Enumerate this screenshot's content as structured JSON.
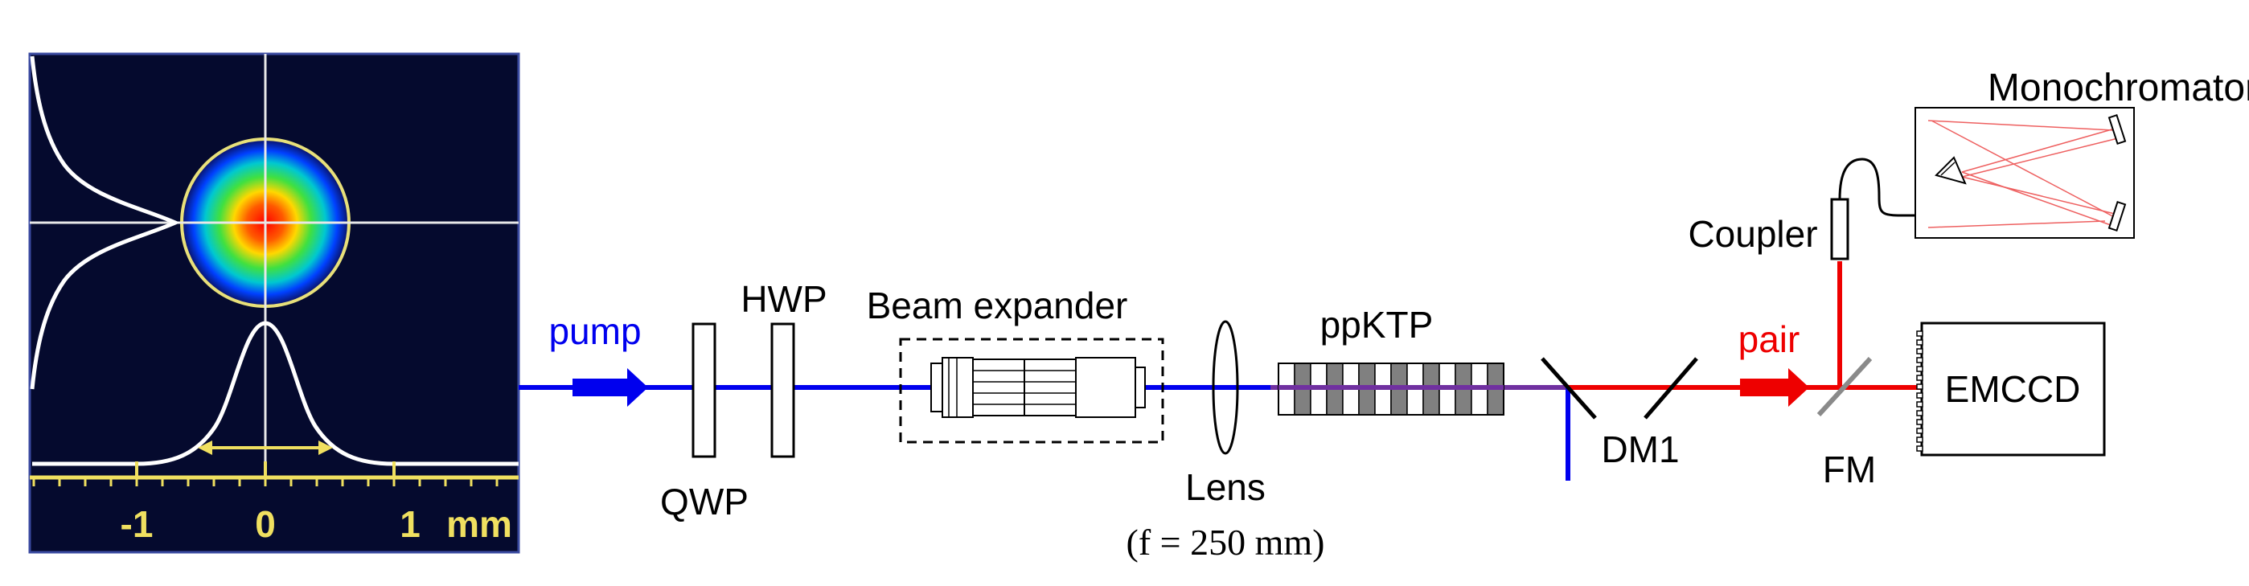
{
  "colors": {
    "pump": "#0000ee",
    "pair": "#ee0000",
    "mixed": "#7030a0",
    "profile_bg": "#050a2e",
    "scale_yellow": "#f0e060"
  },
  "beam_profile": {
    "tick_labels": [
      "-1",
      "0",
      "1"
    ],
    "unit": "mm"
  },
  "labels": {
    "pump": "pump",
    "hwp": "HWP",
    "qwp": "QWP",
    "beam_expander": "Beam expander",
    "lens": "Lens",
    "lens_focal": "(f = 250 mm)",
    "ppktp": "ppKTP",
    "dm1": "DM1",
    "pair": "pair",
    "fm": "FM",
    "emccd": "EMCCD",
    "coupler": "Coupler",
    "monochromator": "Monochromator"
  }
}
